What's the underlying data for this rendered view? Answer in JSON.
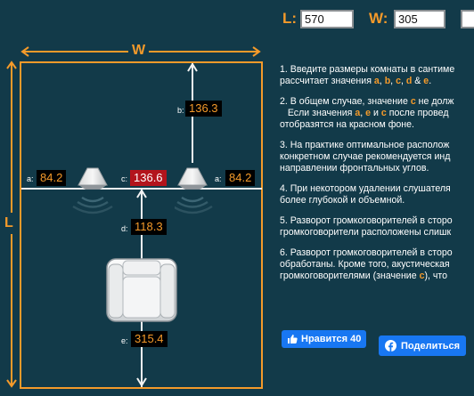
{
  "header": {
    "length_label": "L:",
    "length_value": "570",
    "width_label": "W:",
    "width_value": "305"
  },
  "room": {
    "width_letter": "W",
    "length_letter": "L"
  },
  "measurements": {
    "a_left_label": "a:",
    "a_left_value": "84.2",
    "c_label": "c:",
    "c_value": "136.6",
    "a_right_label": "a:",
    "a_right_value": "84.2",
    "b_label": "b:",
    "b_value": "136.3",
    "d_label": "d:",
    "d_value": "118.3",
    "e_label": "e:",
    "e_value": "315.4"
  },
  "instructions": {
    "p1_line1": "1. Введите размеры комнаты в сантиме",
    "p1_line2_pre": "рассчитает значения ",
    "p1_a": "a",
    "p1_sep1": ", ",
    "p1_b": "b",
    "p1_sep2": ", ",
    "p1_c": "c",
    "p1_sep3": ", ",
    "p1_d": "d",
    "p1_sep4": " & ",
    "p1_e": "e",
    "p1_end": ".",
    "p2_line1_pre": "2. В общем случае, значение ",
    "p2_c": "c",
    "p2_line1_post": " не долж",
    "p2_line2_pre": "   Если значения ",
    "p2_a": "a",
    "p2_mid1": ", ",
    "p2_e": "e",
    "p2_mid2": " и ",
    "p2_c2": "c",
    "p2_line2_post": " после провед",
    "p2_line3": "отобразятся на красном фоне.",
    "p3_line1": "3. На практике оптимальное располож",
    "p3_line2": "конкретном случае рекомендуется инд",
    "p3_line3": "направлении фронтальных углов.",
    "p4_line1": "4. При некотором удалении слушателя",
    "p4_line2": "более глубокой и объемной.",
    "p5_line1": "5. Разворот громкоговорителей в сторо",
    "p5_line2": "громкоговорители расположены слишк",
    "p6_line1": "6. Разворот громкоговорителей в сторо",
    "p6_line2": "обработаны. Кроме того, акустическая",
    "p6_line3_pre": "громкоговорителями (значение ",
    "p6_c": "c",
    "p6_line3_post": "), что"
  },
  "social": {
    "like_label": "Нравится 40",
    "share_label": "Поделиться"
  },
  "colors": {
    "background": "#123a49",
    "accent": "#f49a2a",
    "warning": "#b3141c",
    "facebook": "#1877f2"
  }
}
